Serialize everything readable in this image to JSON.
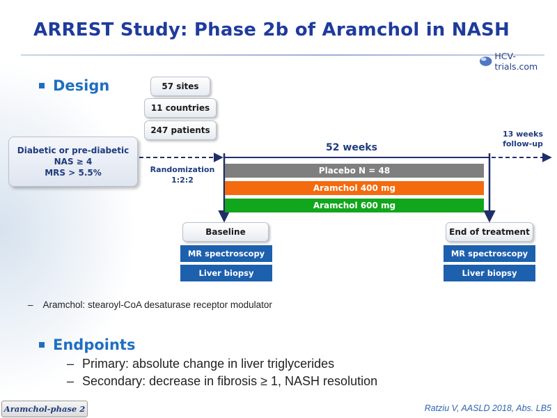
{
  "title": "ARREST Study: Phase 2b of Aramchol in NASH",
  "logo": {
    "text": "HCV-trials.com"
  },
  "design": {
    "heading": "Design",
    "sites": "57 sites",
    "countries": "11 countries",
    "patients": "247 patients",
    "criteria": [
      "Diabetic or pre-diabetic",
      "NAS ≥ 4",
      "MRS > 5.5%"
    ],
    "randomization": [
      "Randomization",
      "1:2:2"
    ],
    "duration": "52 weeks",
    "followup": [
      "13 weeks",
      "follow-up"
    ],
    "arms": [
      {
        "label": "Placebo N = 48",
        "color": "#7f7f7f"
      },
      {
        "label": "Aramchol 400 mg",
        "color": "#f46a0e"
      },
      {
        "label": "Aramchol 600 mg",
        "color": "#11a61c"
      }
    ],
    "baseline": {
      "label": "Baseline",
      "assessments": [
        "MR spectroscopy",
        "Liver biopsy"
      ]
    },
    "end_of_treatment": {
      "label": "End of treatment",
      "assessments": [
        "MR spectroscopy",
        "Liver biopsy"
      ]
    }
  },
  "note": "Aramchol: stearoyl-CoA desaturase receptor modulator",
  "endpoints": {
    "heading": "Endpoints",
    "items": [
      "Primary: absolute change in liver triglycerides",
      "Secondary: decrease in fibrosis ≥ 1, NASH resolution"
    ]
  },
  "footer": {
    "tag": "Aramchol-phase 2",
    "citation": "Ratziu V, AASLD 2018, Abs. LB5"
  },
  "colors": {
    "title": "#1f3b9c",
    "accent": "#1f6fc0",
    "box_blue": "#1d60ad",
    "line": "#1f2f66"
  }
}
